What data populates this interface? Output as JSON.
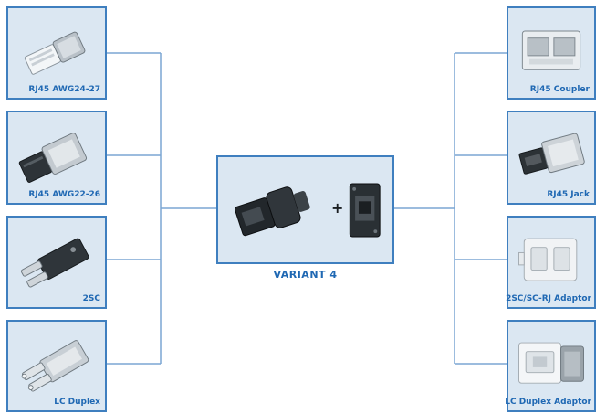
{
  "center": {
    "label": "VARIANT 4",
    "plus": "+"
  },
  "left_items": [
    {
      "label": "RJ45 AWG24-27"
    },
    {
      "label": "RJ45 AWG22-26"
    },
    {
      "label": "2SC"
    },
    {
      "label": "LC Duplex"
    }
  ],
  "right_items": [
    {
      "label": "RJ45 Coupler"
    },
    {
      "label": "RJ45 Jack"
    },
    {
      "label": "2SC/SC-RJ Adaptor"
    },
    {
      "label": "LC Duplex Adaptor"
    }
  ],
  "colors": {
    "frame": "#3f7fbf",
    "card_fill": "#dbe7f2",
    "label_text": "#1f68b3",
    "connector_line": "#7ba6d3"
  }
}
